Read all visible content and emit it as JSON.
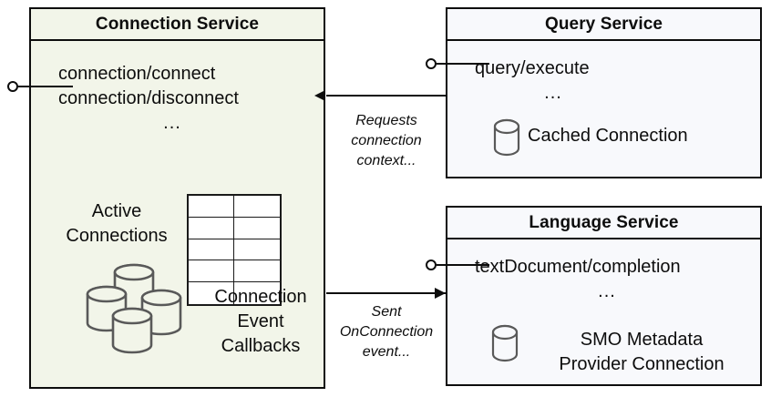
{
  "diagram": {
    "title": "Connection Service interaction diagram",
    "colors": {
      "connection_service_fill": "#f2f5e9",
      "query_service_fill": "#f8f9fc",
      "language_service_fill": "#f8f9fc",
      "stroke": "#0d0d0d",
      "icon_stroke": "#595959",
      "background": "#ffffff"
    }
  },
  "connection_service": {
    "title": "Connection Service",
    "operations": [
      "connection/connect",
      "connection/disconnect"
    ],
    "ellipsis": "...",
    "active_connections_label": "Active\nConnections",
    "active_connections_label_line1": "Active",
    "active_connections_label_line2": "Connections",
    "callbacks_label_line1": "Connection",
    "callbacks_label_line2": "Event",
    "callbacks_label_line3": "Callbacks",
    "database_cluster_icon": "database-cluster-icon",
    "callbacks_table": {
      "rows": 5,
      "columns": 2,
      "cells": [
        [
          "",
          ""
        ],
        [
          "",
          ""
        ],
        [
          "",
          ""
        ],
        [
          "",
          ""
        ],
        [
          "",
          ""
        ]
      ]
    },
    "provided_interface": "lollipop-connection-interface"
  },
  "query_service": {
    "title": "Query Service",
    "operations": [
      "query/execute"
    ],
    "ellipsis": "...",
    "resource_label": "Cached Connection",
    "resource_icon": "database-icon",
    "provided_interface": "lollipop-query-interface"
  },
  "language_service": {
    "title": "Language Service",
    "operations": [
      "textDocument/completion"
    ],
    "ellipsis": "...",
    "resource_label_line1": "SMO Metadata",
    "resource_label_line2": "Provider Connection",
    "resource_icon": "database-icon",
    "provided_interface": "lollipop-language-interface"
  },
  "connectors": [
    {
      "id": "requests-connection-context",
      "from": "query_service",
      "to": "connection_service",
      "direction": "left",
      "label_line1": "Requests",
      "label_line2": "connection",
      "label_line3": "context..."
    },
    {
      "id": "sent-onconnection-event",
      "from": "connection_service",
      "to": "language_service",
      "direction": "right",
      "label_line1": "Sent",
      "label_line2": "OnConnection",
      "label_line3": "event..."
    }
  ]
}
